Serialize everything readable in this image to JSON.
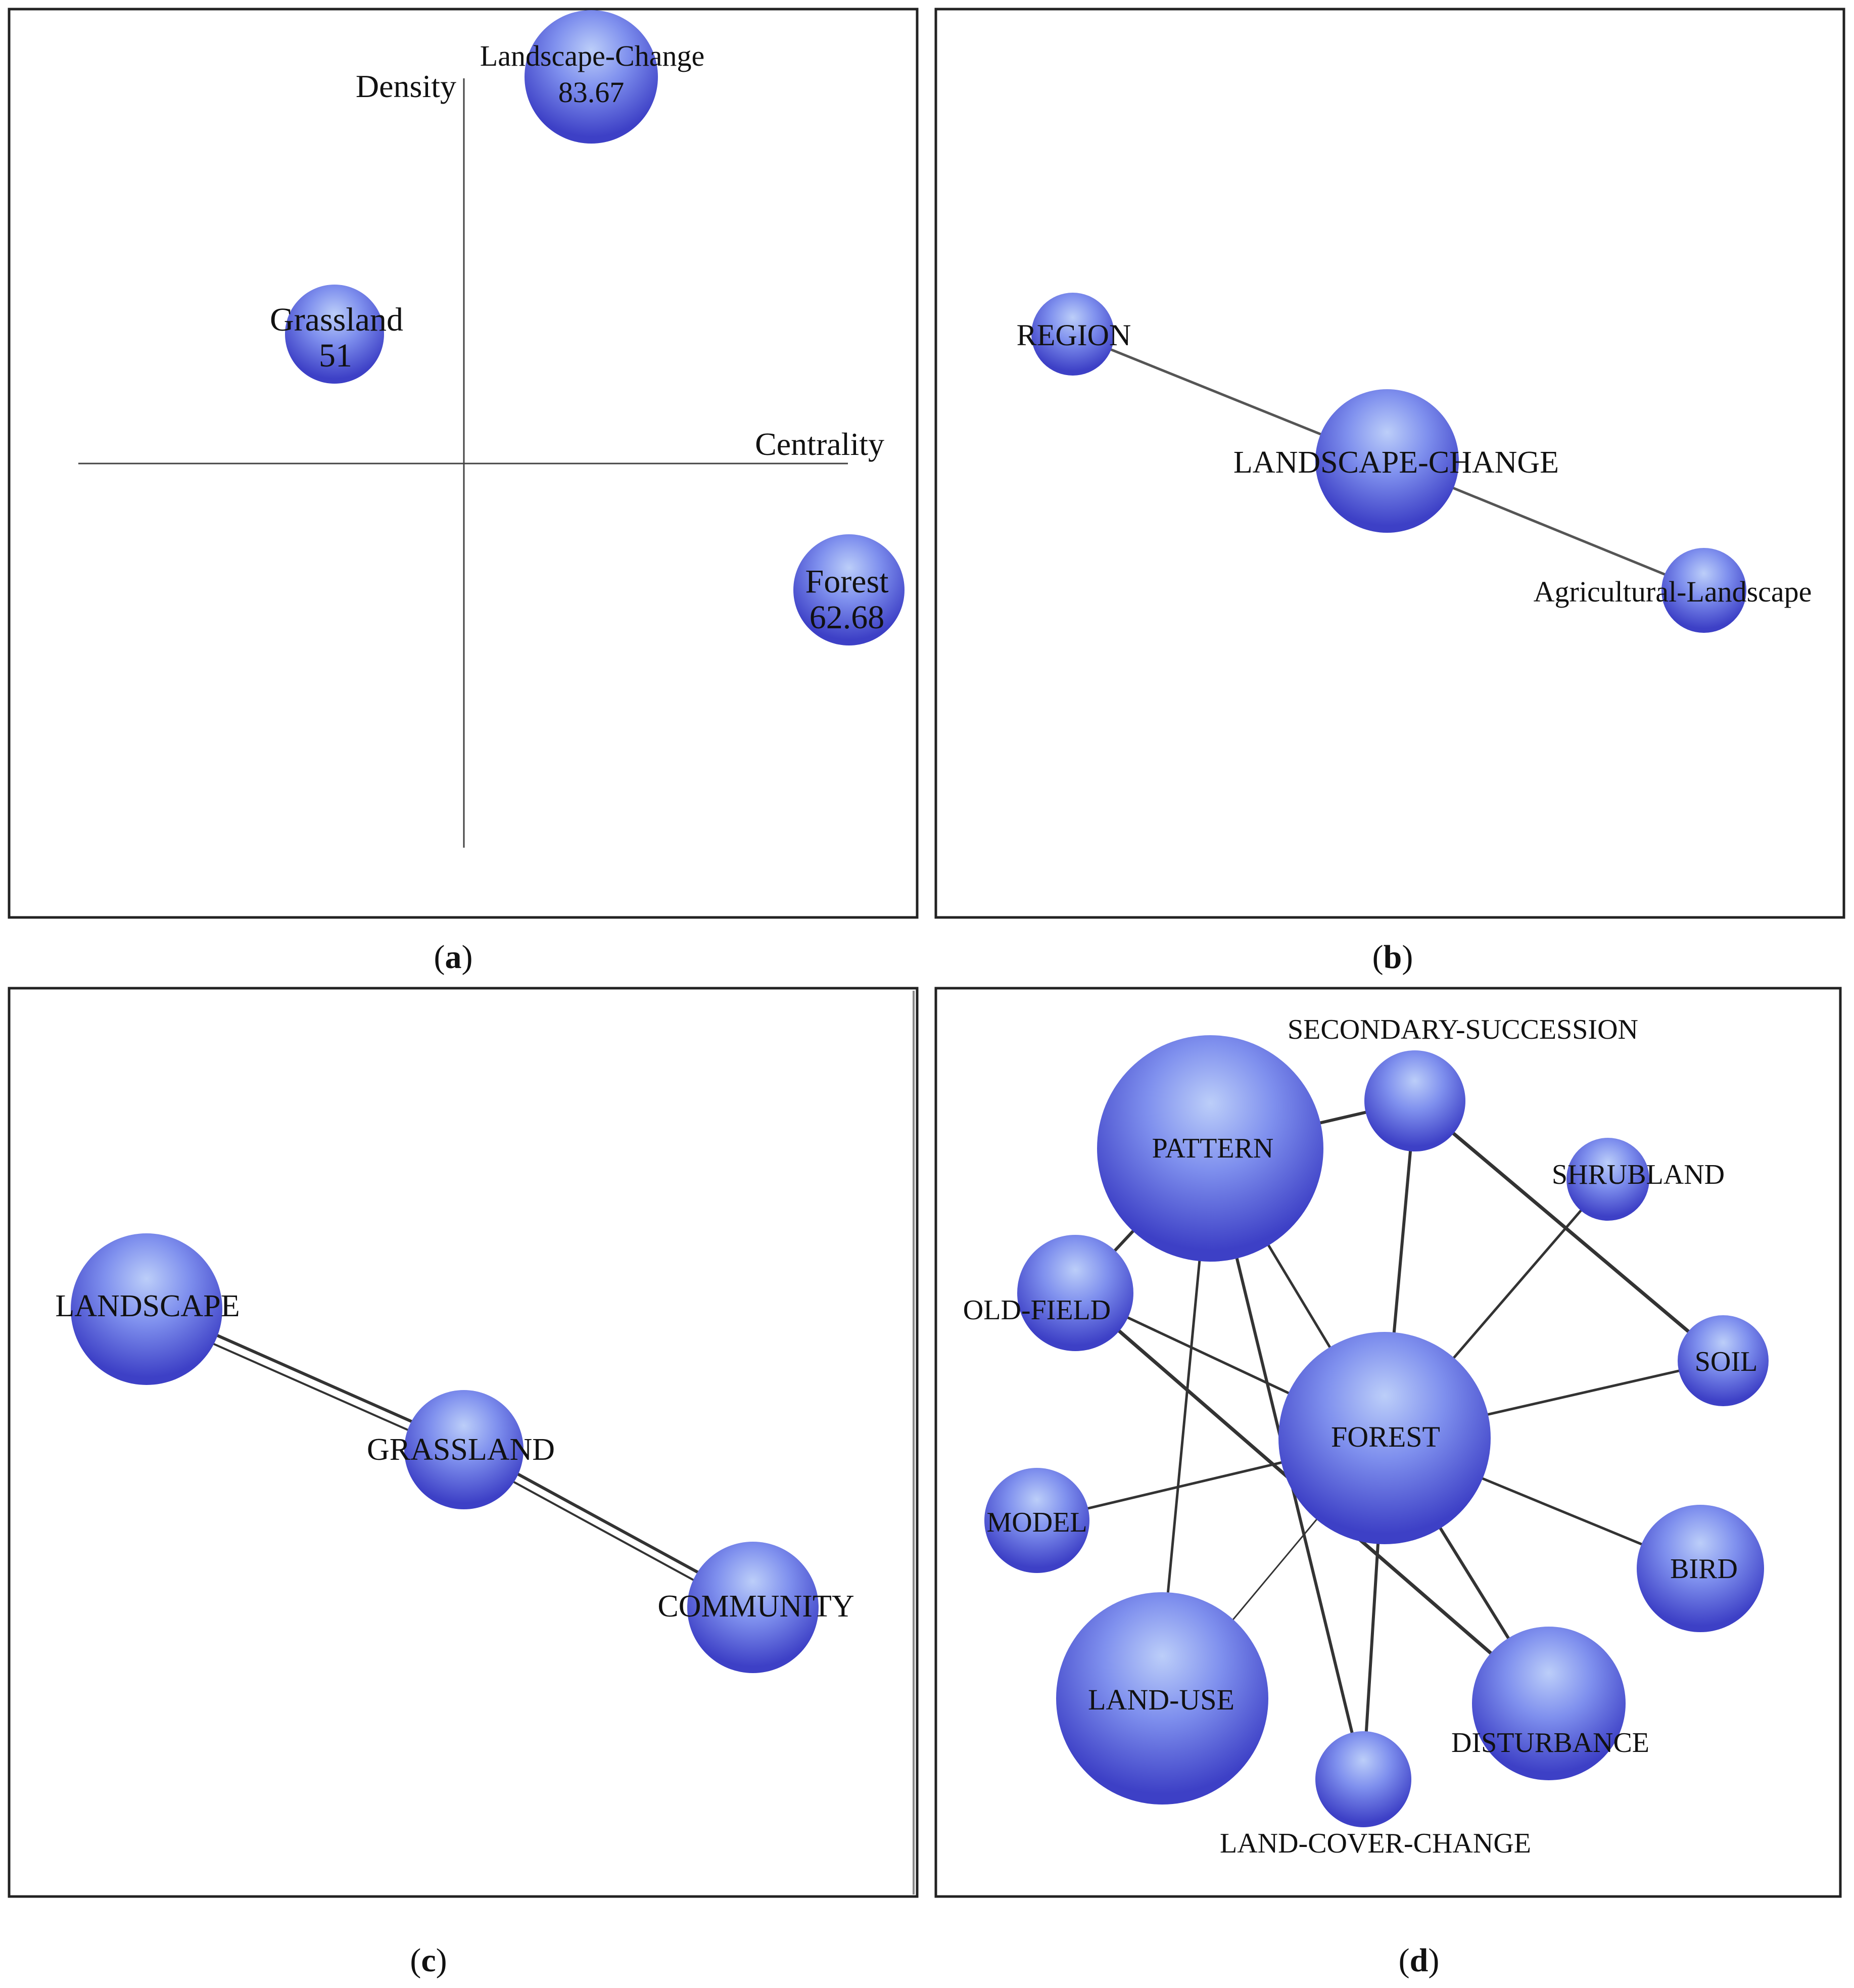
{
  "panels": {
    "a": {
      "caption_prefix": "(",
      "caption_letter": "a",
      "caption_suffix": ")",
      "axis_density": "Density",
      "axis_centrality": "Centrality",
      "themes": [
        {
          "name": "Landscape-Change",
          "value": "83.67"
        },
        {
          "name": "Grassland",
          "value": "51"
        },
        {
          "name": "Forest",
          "value": "62.68"
        }
      ]
    },
    "b": {
      "caption_prefix": "(",
      "caption_letter": "b",
      "caption_suffix": ")",
      "nodes": [
        {
          "name": "REGION"
        },
        {
          "name": "LANDSCAPE-CHANGE"
        },
        {
          "name": "Agricultural-Landscape"
        }
      ]
    },
    "c": {
      "caption_prefix": "(",
      "caption_letter": "c",
      "caption_suffix": ")",
      "nodes": [
        {
          "name": "LANDSCAPE"
        },
        {
          "name": "GRASSLAND"
        },
        {
          "name": "COMMUNITY"
        }
      ]
    },
    "d": {
      "caption_prefix": "(",
      "caption_letter": "d",
      "caption_suffix": ")",
      "nodes": [
        {
          "name": "PATTERN"
        },
        {
          "name": "SECONDARY-SUCCESSION"
        },
        {
          "name": "SHRUBLAND"
        },
        {
          "name": "OLD-FIELD"
        },
        {
          "name": "SOIL"
        },
        {
          "name": "FOREST"
        },
        {
          "name": "MODEL"
        },
        {
          "name": "BIRD"
        },
        {
          "name": "LAND-USE"
        },
        {
          "name": "DISTURBANCE"
        },
        {
          "name": "LAND-COVER-CHANGE"
        }
      ]
    }
  },
  "colors": {
    "node_light": "#b4c8f8",
    "node_mid": "#6e7fea",
    "node_dark": "#3a3ec8",
    "edge": "#3a3a3a",
    "frame": "#222222"
  }
}
